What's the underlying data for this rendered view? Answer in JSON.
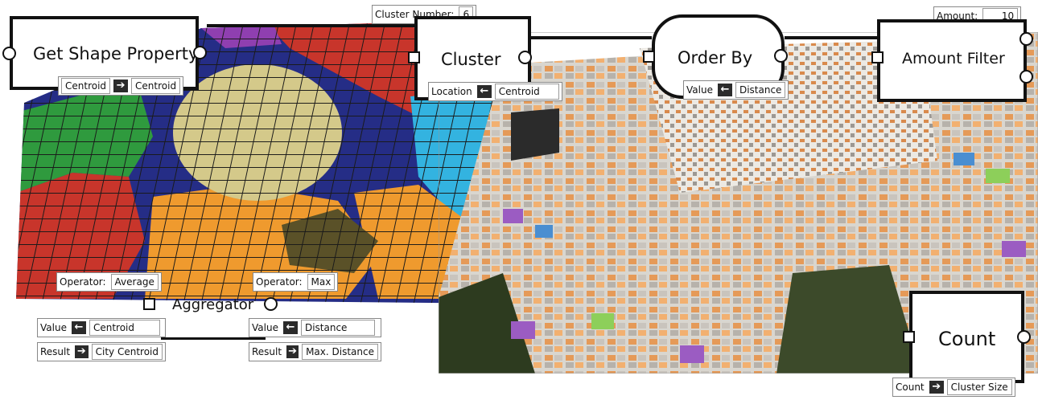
{
  "nodes": {
    "get_shape": {
      "title": "Get Shape Property",
      "param": {
        "from": "Centroid",
        "to": "Centroid"
      }
    },
    "cluster": {
      "title": "Cluster",
      "number_label": "Cluster Number:",
      "number_value": "6",
      "location_label": "Location",
      "location_value": "Centroid"
    },
    "order_by": {
      "title": "Order By",
      "value_label": "Value",
      "value_value": "Distance"
    },
    "amount_filter": {
      "title": "Amount Filter",
      "amount_label": "Amount:",
      "amount_value": "10"
    },
    "aggregator": {
      "title": "Aggregator",
      "left": {
        "operator_label": "Operator:",
        "operator_value": "Average",
        "value_label": "Value",
        "value_value": "Centroid",
        "result_label": "Result",
        "result_value": "City Centroid"
      },
      "right": {
        "operator_label": "Operator:",
        "operator_value": "Max",
        "value_label": "Value",
        "value_value": "Distance",
        "result_label": "Result",
        "result_value": "Max. Distance"
      }
    },
    "count": {
      "title": "Count",
      "count_label": "Count",
      "count_value": "Cluster Size"
    }
  },
  "icons": {
    "arrow_right": "➔",
    "arrow_left": "🡐"
  },
  "colors": {
    "cluster_green": "#2f9a3e",
    "cluster_red": "#c8352b",
    "cluster_navy": "#252d86",
    "cluster_khaki": "#d4c98a",
    "cluster_orange": "#ef9a2e",
    "cluster_cyan": "#33b3e0",
    "cluster_olive": "#5a5128",
    "cluster_purple": "#8f3fb0"
  }
}
